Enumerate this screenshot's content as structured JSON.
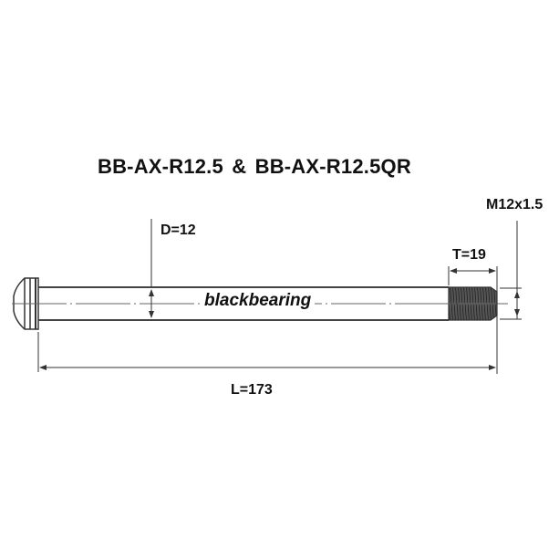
{
  "title": "BB-AX-R12.5  &  BB-AX-R12.5QR",
  "brand": "blackbearing",
  "dimensions": {
    "diameter": "D=12",
    "thread_length": "T=19",
    "thread_spec": "M12x1.5",
    "length": "L=173"
  },
  "colors": {
    "line": "#333333",
    "thread_fill": "#4a4a4a",
    "text": "#111111",
    "background": "#ffffff"
  }
}
